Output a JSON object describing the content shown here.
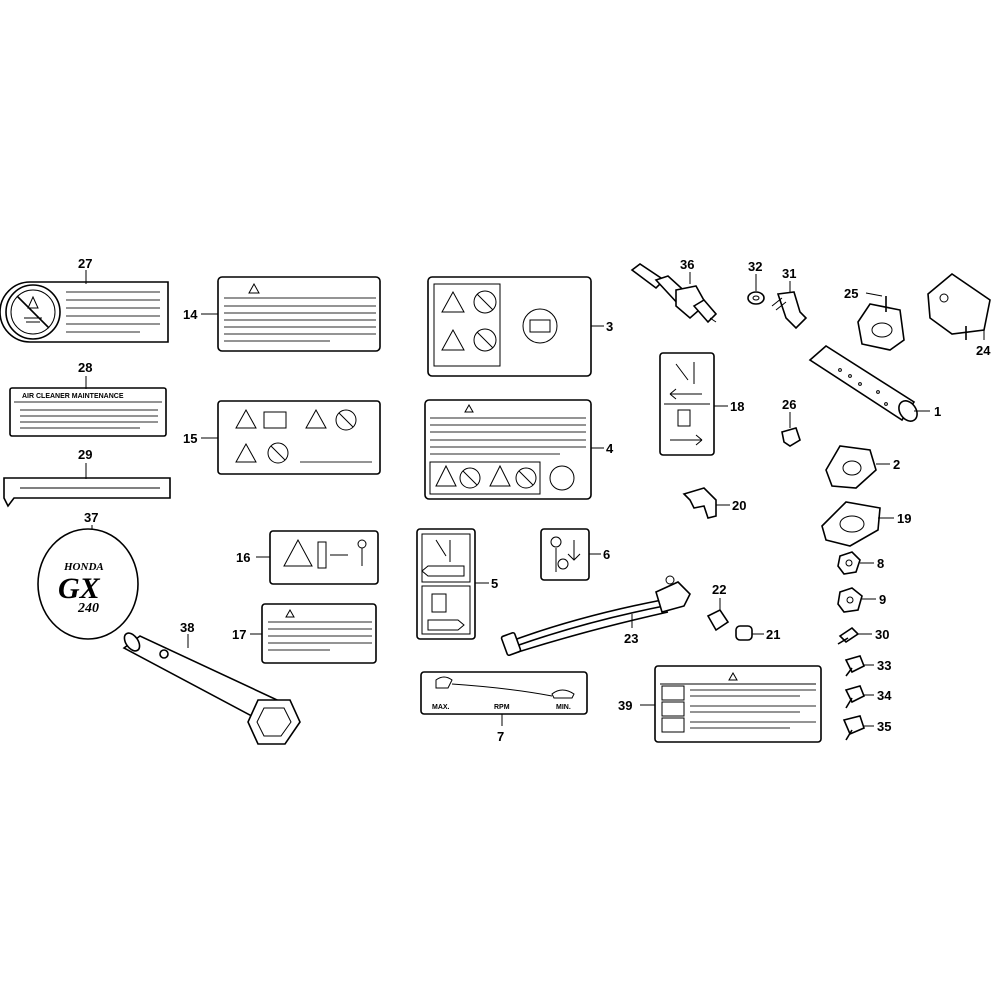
{
  "callouts": {
    "p1": "1",
    "p2": "2",
    "p3": "3",
    "p4": "4",
    "p5": "5",
    "p6": "6",
    "p7": "7",
    "p8": "8",
    "p9": "9",
    "p14": "14",
    "p15": "15",
    "p16": "16",
    "p17": "17",
    "p18": "18",
    "p19": "19",
    "p20": "20",
    "p21": "21",
    "p22": "22",
    "p23": "23",
    "p24": "24",
    "p25": "25",
    "p26": "26",
    "p27": "27",
    "p28": "28",
    "p29": "29",
    "p30": "30",
    "p31": "31",
    "p32": "32",
    "p33": "33",
    "p34": "34",
    "p35": "35",
    "p36": "36",
    "p37": "37",
    "p38": "38",
    "p39": "39"
  },
  "labels": {
    "air_cleaner": "AIR CLEANER MAINTENANCE",
    "rpm_min": "MAX.",
    "rpm_mid": "RPM",
    "rpm_max": "MIN.",
    "emblem_brand": "HONDA",
    "emblem_model": "GX",
    "emblem_number": "240"
  }
}
